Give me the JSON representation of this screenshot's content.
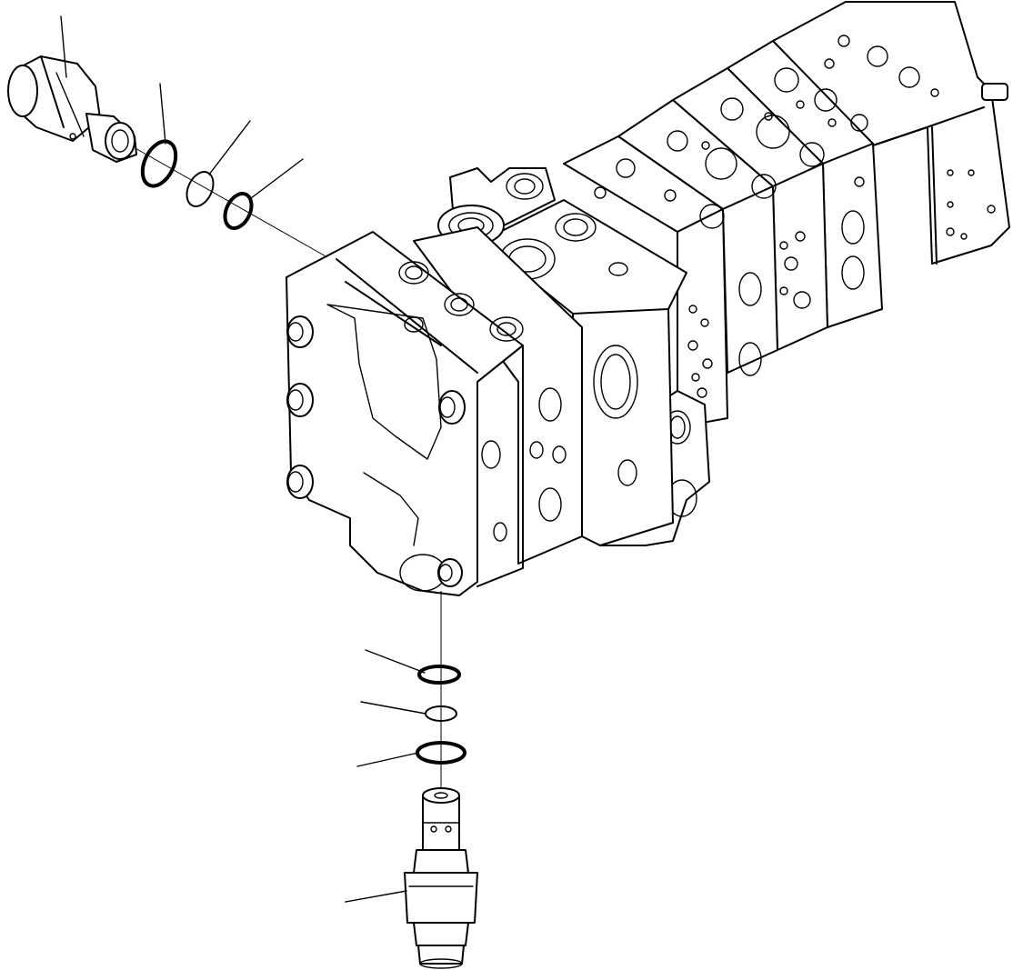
{
  "figure": {
    "description_text": "",
    "callouts": [
      {
        "id": "leader-valve-top"
      },
      {
        "id": "leader-oring-large-top"
      },
      {
        "id": "leader-backup-ring-top"
      },
      {
        "id": "leader-oring-small-top"
      },
      {
        "id": "leader-oring-large-bottom"
      },
      {
        "id": "leader-backup-ring-bottom"
      },
      {
        "id": "leader-oring-small-bottom"
      },
      {
        "id": "leader-valve-bottom"
      }
    ]
  },
  "colors": {
    "line": "#000000",
    "background": "#ffffff"
  }
}
